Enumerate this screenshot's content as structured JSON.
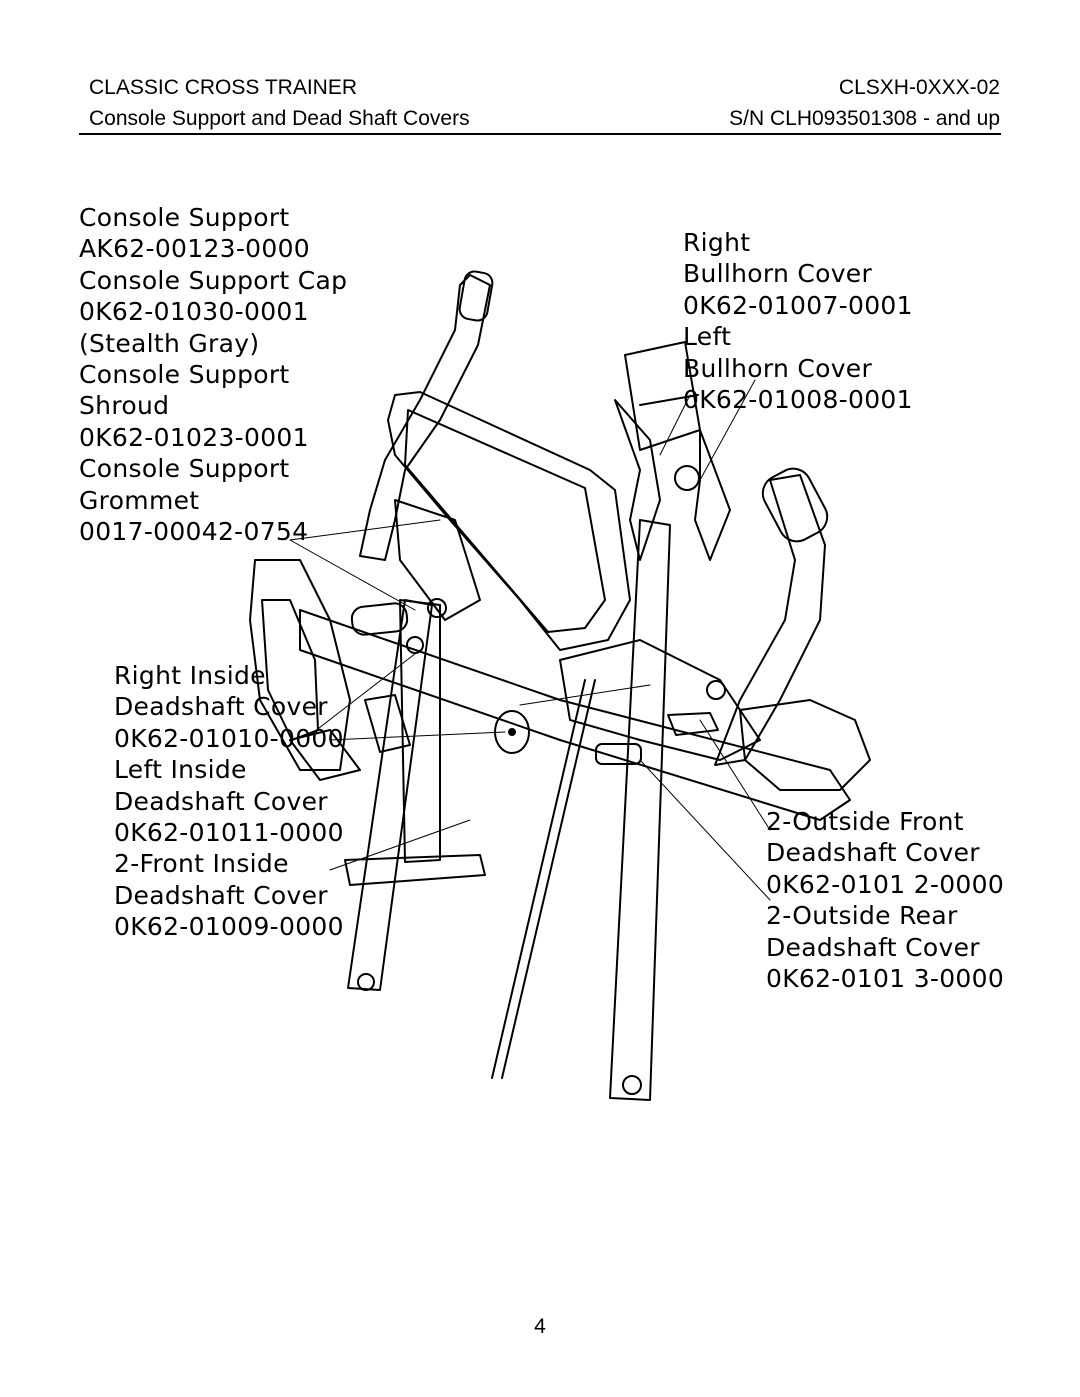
{
  "header": {
    "title": "CLASSIC CROSS TRAINER",
    "model": "CLSXH-0XXX-02",
    "subtitle": "Console Support and Dead Shaft Covers",
    "serial": "S/N CLH093501308 - and up"
  },
  "callouts": {
    "console_support": [
      "Console Support",
      "AK62-00123-0000",
      "Console Support Cap",
      "0K62-01030-0001",
      "(Stealth Gray)",
      "Console Support",
      "Shroud",
      "0K62-01023-0001",
      "Console Support",
      "Grommet",
      "0017-00042-0754"
    ],
    "bullhorn": [
      "Right",
      "Bullhorn Cover",
      "0K62-01007-0001",
      "Left",
      "Bullhorn Cover",
      "0K62-01008-0001"
    ],
    "inside_deadshaft": [
      "Right Inside",
      "Deadshaft Cover",
      "0K62-01010-0000",
      "Left Inside",
      "Deadshaft Cover",
      "0K62-01011-0000",
      "2-Front Inside",
      "Deadshaft Cover",
      "0K62-01009-0000"
    ],
    "outside_deadshaft": [
      "2-Outside Front",
      "Deadshaft Cover",
      "0K62-0101 2-0000",
      "2-Outside Rear",
      "Deadshaft Cover",
      "0K62-0101 3-0000"
    ]
  },
  "page_number": "4"
}
